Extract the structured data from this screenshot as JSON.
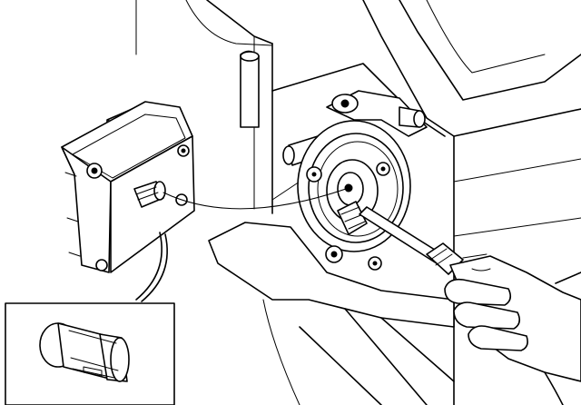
{
  "colors": {
    "line": "#000000",
    "background": "#ffffff"
  },
  "parts": [
    {
      "name": "actuator-motor",
      "icon": "actuator-icon"
    },
    {
      "name": "actuator-drive-socket",
      "icon": "socket-icon"
    },
    {
      "name": "damper-shaft-gear",
      "icon": "gear-icon"
    },
    {
      "name": "screwdriver",
      "icon": "screwdriver-icon"
    },
    {
      "name": "technician-hand",
      "icon": "hand-icon"
    },
    {
      "name": "detail-inset-drive-coupling",
      "icon": "coupling-icon"
    }
  ]
}
